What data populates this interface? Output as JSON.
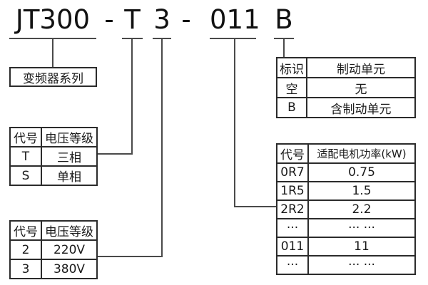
{
  "title": {
    "series": "JT300",
    "sep1": "-",
    "phase_code": "T",
    "voltage_code": "3",
    "sep2": "-",
    "power_code": "011",
    "brake_code": "B"
  },
  "series_box": {
    "label": "变频器系列"
  },
  "phase_table": {
    "headers": [
      "代号",
      "电压等级"
    ],
    "rows": [
      [
        "T",
        "三相"
      ],
      [
        "S",
        "单相"
      ]
    ]
  },
  "voltage_table": {
    "headers": [
      "代号",
      "电压等级"
    ],
    "rows": [
      [
        "2",
        "220V"
      ],
      [
        "3",
        "380V"
      ]
    ]
  },
  "brake_table": {
    "headers": [
      "标识",
      "制动单元"
    ],
    "rows": [
      [
        "空",
        "无"
      ],
      [
        "B",
        "含制动单元"
      ]
    ]
  },
  "power_table": {
    "headers": [
      "代号",
      "适配电机功率(kW)"
    ],
    "rows": [
      [
        "0R7",
        "0.75"
      ],
      [
        "1R5",
        "1.5"
      ],
      [
        "2R2",
        "2.2"
      ],
      [
        "···",
        "··· ···"
      ],
      [
        "011",
        "11"
      ],
      [
        "···",
        "··· ···"
      ]
    ]
  },
  "colors": {
    "background": "#ffffff",
    "text": "#1a1a1a",
    "border": "#2b2b2b",
    "line": "#4a4a4a"
  }
}
